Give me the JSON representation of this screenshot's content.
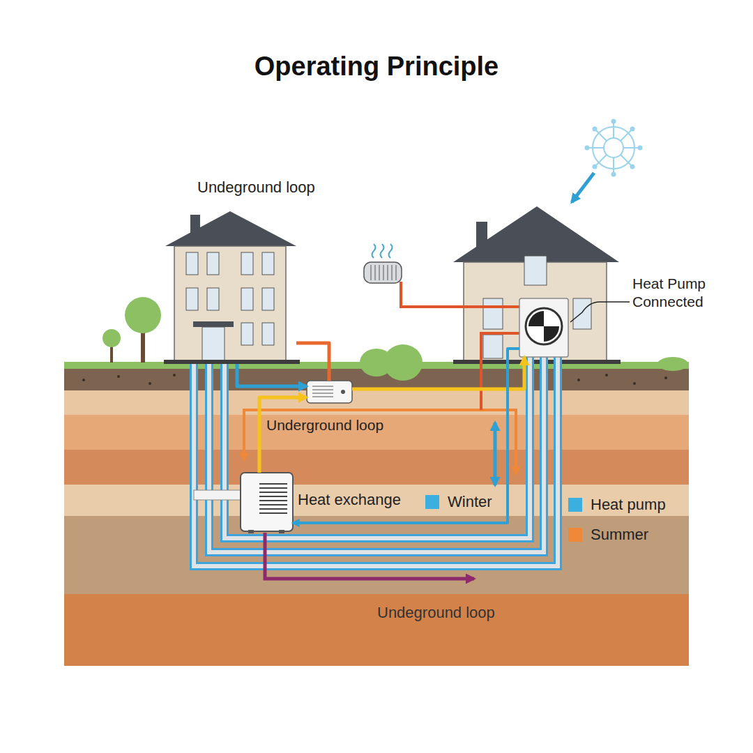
{
  "diagram": {
    "title": "Operating Principle",
    "nodes": [
      {
        "text": [
          "Undeground loop"
        ]
      },
      {
        "text": [
          "Heat Pump Connected"
        ]
      },
      {
        "text": [
          "Underground loop"
        ]
      },
      {
        "text": [
          "Heat exchange"
        ]
      }
    ],
    "edges": [
      {
        "from": 0,
        "to": 2,
        "arrow": "to"
      },
      {
        "from": 0,
        "to": 2,
        "arrow": "none"
      },
      {
        "from": 2,
        "to": 1,
        "arrow": "to"
      },
      {
        "from": 3,
        "to": 2,
        "arrow": "to"
      },
      {
        "from": 1,
        "to": 3,
        "arrow": "to"
      }
    ],
    "labels": [
      "Undeground loop"
    ],
    "legend": [
      {
        "text": "Winter",
        "color": "#3bb0e0"
      },
      {
        "text": "Heat pump",
        "color": "#3bb0e0"
      },
      {
        "text": "Summer",
        "color": "#f0883a"
      }
    ]
  }
}
